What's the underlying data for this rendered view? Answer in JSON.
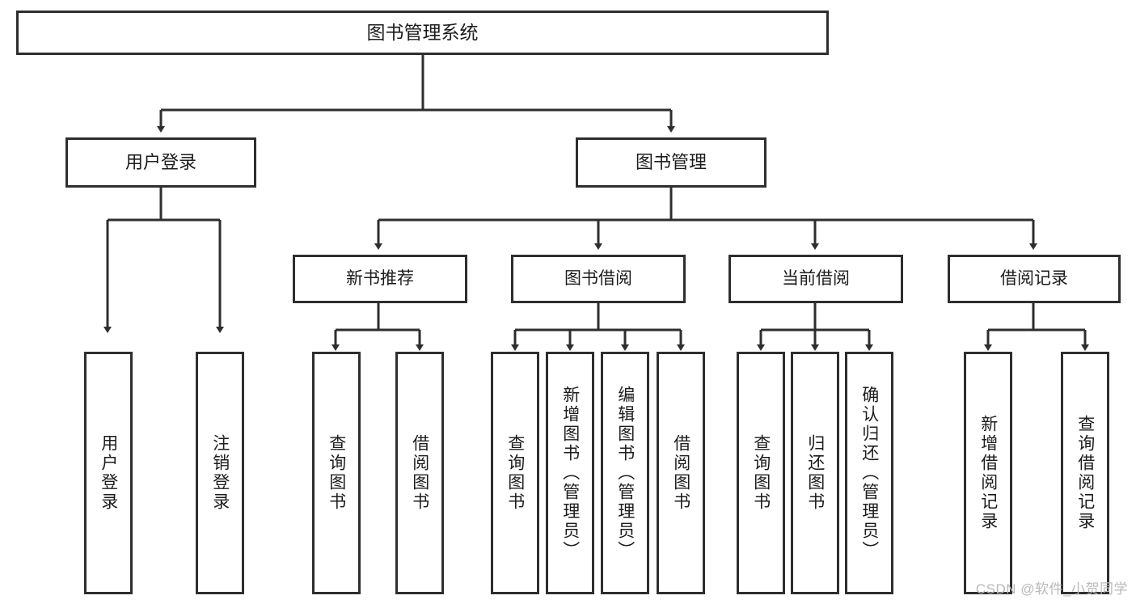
{
  "diagram": {
    "type": "tree",
    "title": "图书管理系统",
    "root": {
      "id": "root",
      "label": "图书管理系统"
    },
    "level2": [
      {
        "id": "user-login",
        "label": "用户登录"
      },
      {
        "id": "book-manage",
        "label": "图书管理"
      }
    ],
    "level3": [
      {
        "id": "new-book-rec",
        "label": "新书推荐",
        "parent": "book-manage"
      },
      {
        "id": "book-borrow",
        "label": "图书借阅",
        "parent": "book-manage"
      },
      {
        "id": "current-borrow",
        "label": "当前借阅",
        "parent": "book-manage"
      },
      {
        "id": "borrow-record",
        "label": "借阅记录",
        "parent": "book-manage"
      }
    ],
    "leaves": [
      {
        "id": "leaf-user-login",
        "label": "用户登录",
        "parent": "user-login"
      },
      {
        "id": "leaf-logout",
        "label": "注销登录",
        "parent": "user-login"
      },
      {
        "id": "leaf-query-book-1",
        "label": "查询图书",
        "parent": "new-book-rec"
      },
      {
        "id": "leaf-borrow-book-1",
        "label": "借阅图书",
        "parent": "new-book-rec"
      },
      {
        "id": "leaf-query-book-2",
        "label": "查询图书",
        "parent": "book-borrow"
      },
      {
        "id": "leaf-add-book",
        "label": "新增图书（管理员）",
        "parent": "book-borrow"
      },
      {
        "id": "leaf-edit-book",
        "label": "编辑图书（管理员）",
        "parent": "book-borrow"
      },
      {
        "id": "leaf-borrow-book-2",
        "label": "借阅图书",
        "parent": "book-borrow"
      },
      {
        "id": "leaf-query-book-3",
        "label": "查询图书",
        "parent": "current-borrow"
      },
      {
        "id": "leaf-return-book",
        "label": "归还图书",
        "parent": "current-borrow"
      },
      {
        "id": "leaf-confirm-return",
        "label": "确认归还（管理员）",
        "parent": "current-borrow"
      },
      {
        "id": "leaf-add-record",
        "label": "新增借阅记录",
        "parent": "borrow-record"
      },
      {
        "id": "leaf-query-record",
        "label": "查询借阅记录",
        "parent": "borrow-record"
      }
    ],
    "colors": {
      "box_border": "#2e2e2e",
      "box_fill": "#ffffff",
      "connector": "#2e2e2e",
      "text": "#1c1c1c",
      "watermark": "#b9b9b9"
    }
  },
  "watermark": {
    "text": "CSDN @软件_小贺同学"
  }
}
